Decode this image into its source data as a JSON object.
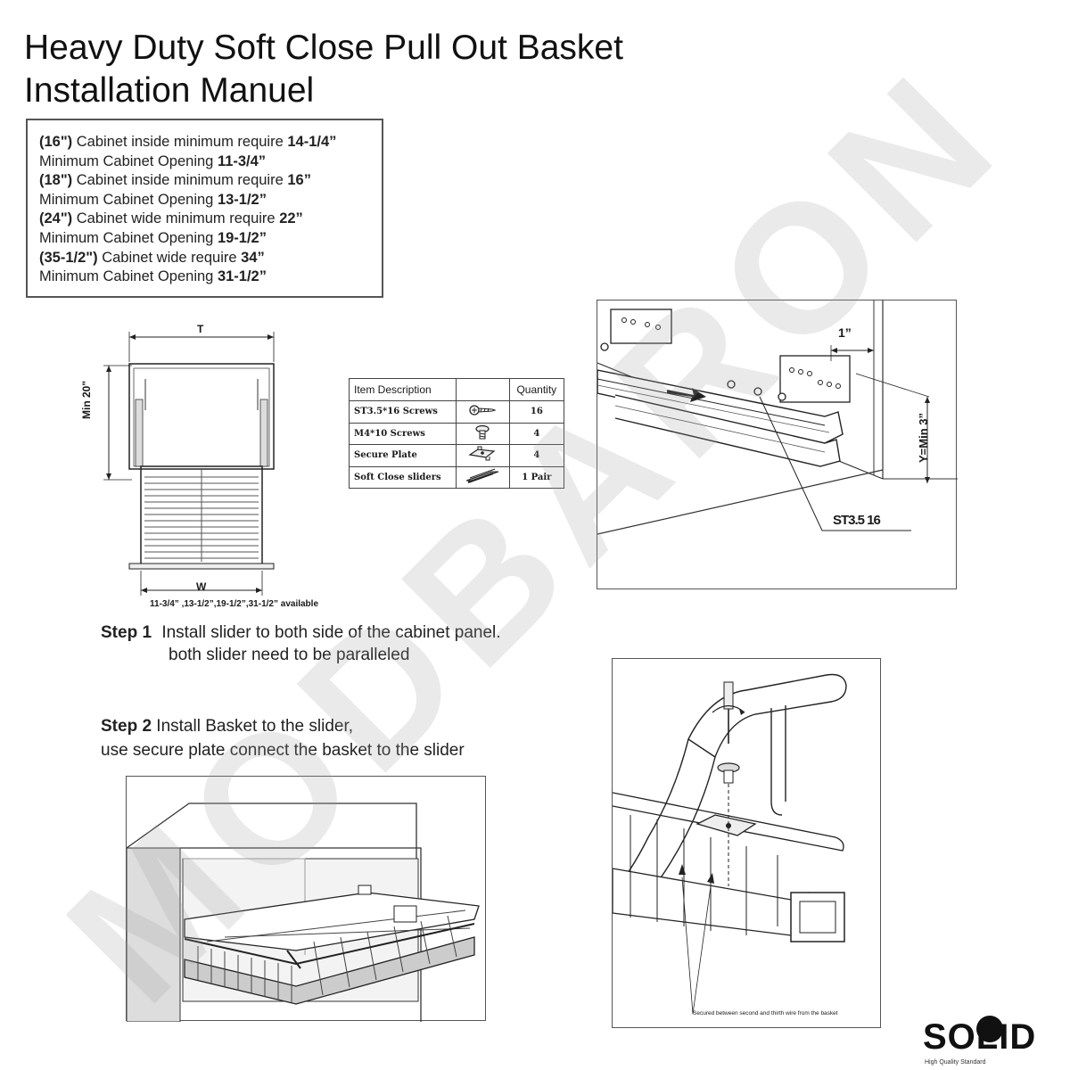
{
  "title": {
    "line1": "Heavy Duty Soft Close Pull Out Basket",
    "line2": "Installation Manuel"
  },
  "specs": [
    {
      "pre": "(16\")",
      "text": " Cabinet inside minimum require ",
      "val": "14-1/4”"
    },
    {
      "pre": "",
      "text": "Minimum Cabinet Opening ",
      "val": "11-3/4”"
    },
    {
      "pre": "(18\")",
      "text": " Cabinet inside minimum require ",
      "val": "16”"
    },
    {
      "pre": "",
      "text": "Minimum Cabinet Opening ",
      "val": "13-1/2”"
    },
    {
      "pre": "(24\")",
      "text": " Cabinet wide minimum require ",
      "val": "22”"
    },
    {
      "pre": "",
      "text": "Minimum Cabinet Opening ",
      "val": "19-1/2”"
    },
    {
      "pre": "(35-1/2\")",
      "text": " Cabinet wide require ",
      "val": "34”"
    },
    {
      "pre": "",
      "text": "Minimum Cabinet Opening ",
      "val": "31-1/2”"
    }
  ],
  "watermark": "MODBARON",
  "dimensions": {
    "t": "T",
    "min_height": "Min 20\"",
    "w": "W",
    "sizes_note": "11-3/4” ,13-1/2”,19-1/2”,31-1/2” available"
  },
  "parts": {
    "headers": {
      "item": "Item Description",
      "icon": "",
      "qty": "Quantity"
    },
    "rows": [
      {
        "name": "ST3.5*16  Screws",
        "qty": "16",
        "icon": "screw-icon"
      },
      {
        "name": "M4*10  Screws",
        "qty": "4",
        "icon": "bolt-icon"
      },
      {
        "name": "Secure Plate",
        "qty": "4",
        "icon": "plate-icon"
      },
      {
        "name": "Soft Close sliders",
        "qty": "1 Pair",
        "icon": "slider-icon"
      }
    ]
  },
  "slider_figure": {
    "offset_label": "1”",
    "height_label": "Y=Min 3”",
    "screw_label": "ST3.5 16"
  },
  "steps": {
    "step1_label": "Step 1",
    "step1_line1": "Install slider to both side of the cabinet panel.",
    "step1_line2": "both slider need to be paralleled",
    "step2_label": "Step 2",
    "step2_line1": " Install Basket to the slider,",
    "step2_line2": "use secure plate connect the basket to the slider"
  },
  "detail_figure": {
    "caption": "Secured between second and thirth wire from the basket"
  },
  "logo": {
    "word": "SOLID",
    "tagline": "High Quality Standard"
  }
}
